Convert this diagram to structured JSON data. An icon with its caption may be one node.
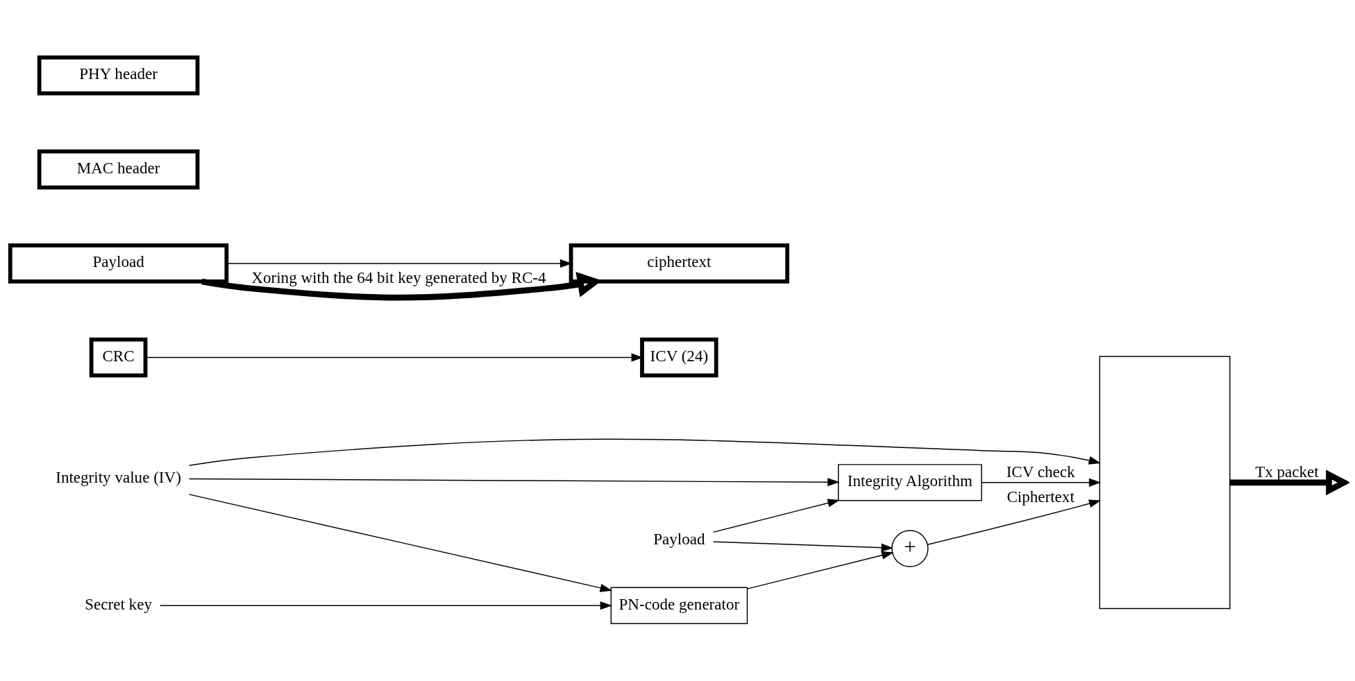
{
  "diagram": {
    "nodes": [
      {
        "text": [
          "Integrity value (IV)"
        ]
      },
      {
        "text": [
          "Payload"
        ]
      },
      {
        "text": [
          "Secret key"
        ]
      },
      {
        "text": [
          "Integrity Algorithm"
        ]
      },
      {
        "text": [
          "+"
        ]
      },
      {
        "text": [
          "PN-code generator"
        ]
      },
      {
        "text": [],
        "shape": "box"
      },
      {
        "text": [
          "PHY header"
        ]
      },
      {
        "text": [
          "MAC header"
        ]
      },
      {
        "text": [
          "Payload"
        ]
      },
      {
        "text": [
          "CRC"
        ]
      },
      {
        "text": [
          "ciphertext"
        ]
      },
      {
        "text": [
          "ICV (24)"
        ]
      }
    ],
    "edges": [
      {
        "from": 0,
        "to": 6,
        "arrow": "to"
      },
      {
        "from": 0,
        "to": 3,
        "arrow": "to"
      },
      {
        "from": 0,
        "to": 5,
        "arrow": "to"
      },
      {
        "from": 1,
        "to": 3,
        "arrow": "to"
      },
      {
        "from": 1,
        "to": 4,
        "arrow": "to"
      },
      {
        "from": 2,
        "to": 5,
        "arrow": "to"
      },
      {
        "from": 3,
        "to": 6,
        "label": "ICV check",
        "arrow": "to"
      },
      {
        "from": 5,
        "to": 4,
        "arrow": "to"
      },
      {
        "from": 4,
        "to": 6,
        "label": "Ciphertext",
        "arrow": "to"
      },
      {
        "from": 6,
        "to": null,
        "label": "Tx packet",
        "arrow": "to",
        "style": "thick"
      },
      {
        "from": 9,
        "to": 11,
        "arrow": "to"
      },
      {
        "from": 9,
        "to": 11,
        "label": "Xoring with the 64 bit key generated by RC-4",
        "arrow": "to",
        "style": "thick"
      },
      {
        "from": 10,
        "to": 12,
        "arrow": "to"
      }
    ]
  }
}
